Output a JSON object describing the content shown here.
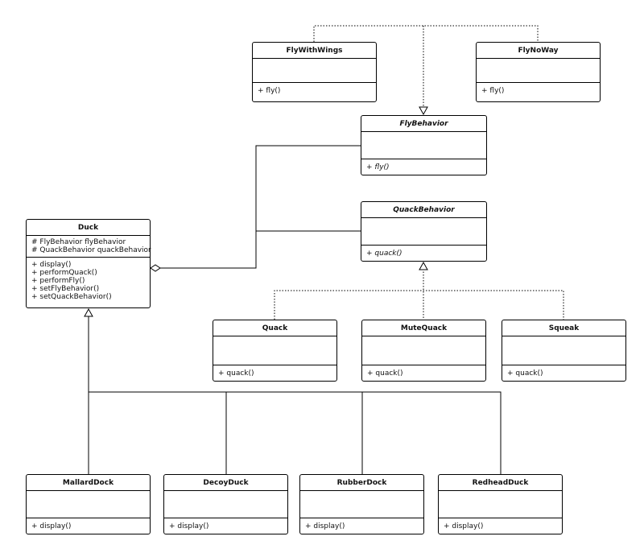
{
  "classes": {
    "fly_with_wings": {
      "name": "FlyWithWings",
      "attributes": [],
      "operations": [
        "+ fly()"
      ]
    },
    "fly_no_way": {
      "name": "FlyNoWay",
      "attributes": [],
      "operations": [
        "+ fly()"
      ]
    },
    "fly_behavior": {
      "name": "FlyBehavior",
      "attributes": [],
      "operations": [
        "+ fly()"
      ]
    },
    "quack_behavior": {
      "name": "QuackBehavior",
      "attributes": [],
      "operations": [
        "+ quack()"
      ]
    },
    "duck": {
      "name": "Duck",
      "attributes": [
        "# FlyBehavior flyBehavior",
        "# QuackBehavior quackBehavior"
      ],
      "operations": [
        "+ display()",
        "+ performQuack()",
        "+ performFly()",
        "+ setFlyBehavior()",
        "+ setQuackBehavior()"
      ]
    },
    "quack": {
      "name": "Quack",
      "attributes": [],
      "operations": [
        "+ quack()"
      ]
    },
    "mute_quack": {
      "name": "MuteQuack",
      "attributes": [],
      "operations": [
        "+ quack()"
      ]
    },
    "squeak": {
      "name": "Squeak",
      "attributes": [],
      "operations": [
        "+ quack()"
      ]
    },
    "mallard_dock": {
      "name": "MallardDock",
      "attributes": [],
      "operations": [
        "+ display()"
      ]
    },
    "decoy_duck": {
      "name": "DecoyDuck",
      "attributes": [],
      "operations": [
        "+ display()"
      ]
    },
    "rubber_dock": {
      "name": "RubberDock",
      "attributes": [],
      "operations": [
        "+ display()"
      ]
    },
    "redhead_duck": {
      "name": "RedheadDuck",
      "attributes": [],
      "operations": [
        "+ display()"
      ]
    }
  }
}
